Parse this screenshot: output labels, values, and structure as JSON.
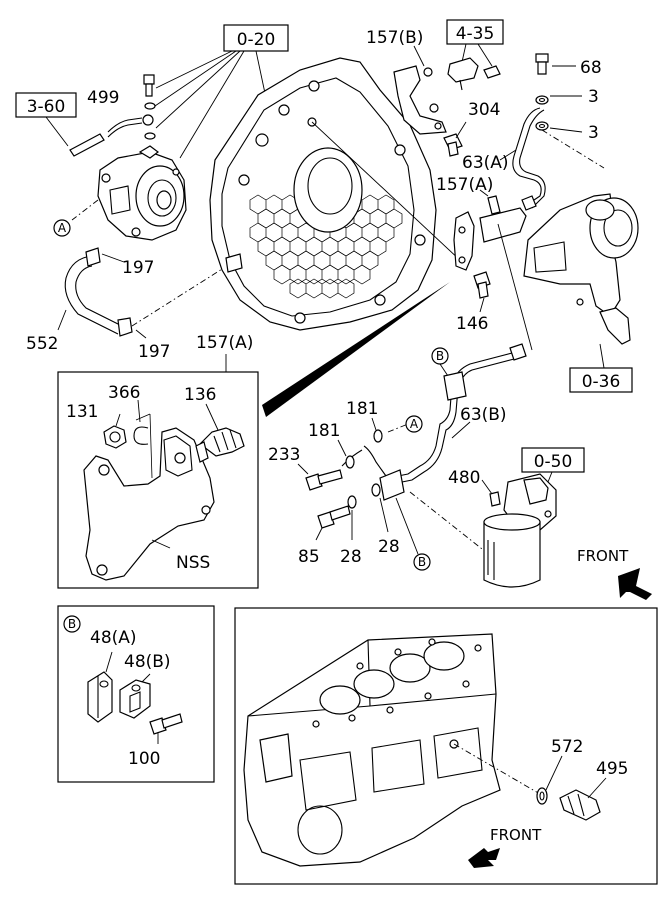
{
  "refs": {
    "r_0_20": "0-20",
    "r_4_35": "4-35",
    "r_3_60": "3-60",
    "r_0_36": "0-36",
    "r_0_50": "0-50"
  },
  "labels": {
    "l_499": "499",
    "l_157b": "157(B)",
    "l_68": "68",
    "l_3a": "3",
    "l_3b": "3",
    "l_304": "304",
    "l_63a": "63(A)",
    "l_157a_top": "157(A)",
    "l_197a": "197",
    "l_197b": "197",
    "l_552": "552",
    "l_146": "146",
    "l_157a_inset": "157(A)",
    "l_366": "366",
    "l_131": "131",
    "l_136": "136",
    "l_nss": "NSS",
    "l_181a": "181",
    "l_181b": "181",
    "l_233": "233",
    "l_63b": "63(B)",
    "l_480": "480",
    "l_85": "85",
    "l_28a": "28",
    "l_28b": "28",
    "l_front1": "FRONT",
    "l_48a": "48(A)",
    "l_48b": "48(B)",
    "l_100": "100",
    "l_572": "572",
    "l_495": "495",
    "l_front2": "FRONT"
  },
  "callouts": {
    "a_left": "A",
    "a_mid": "A",
    "b_top": "B",
    "b_bottom": "B",
    "b_inset": "B"
  }
}
